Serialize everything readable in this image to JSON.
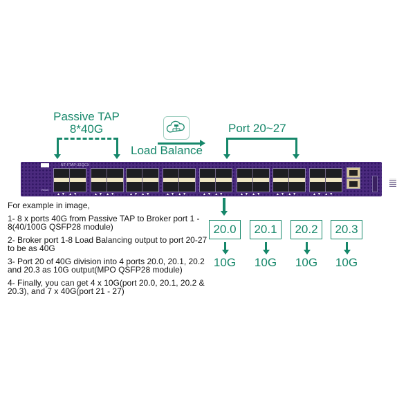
{
  "diagram": {
    "passive_tap": {
      "line1": "Passive TAP",
      "line2": "8*40G"
    },
    "load_balance": {
      "label": "Load Balance",
      "icon": "cloud-network-icon"
    },
    "port_range": {
      "label": "Port 20~27"
    },
    "switch": {
      "brand": "NT",
      "model": "NT-FTAP-32QCX",
      "reset_label": "Reset",
      "port_groups": 8,
      "rj45_ports": 2
    },
    "breakout": {
      "ports": [
        {
          "label": "20.0",
          "speed": "10G"
        },
        {
          "label": "20.1",
          "speed": "10G"
        },
        {
          "label": "20.2",
          "speed": "10G"
        },
        {
          "label": "20.3",
          "speed": "10G"
        }
      ]
    },
    "notes": {
      "intro": "For example in image,",
      "items": [
        "1- 8 x ports 40G from Passive TAP to Broker port 1 - 8(40/100G QSFP28 module)",
        "2- Broker port 1-8 Load Balancing output to port 20-27 to be as 40G",
        "3- Port 20 of 40G division into 4 ports 20.0, 20.1, 20.2 and 20.3 as 10G output(MPO QSFP28 module)",
        "4- Finally, you can get 4 x 10G(port 20.0, 20.1, 20.2 & 20.3), and 7 x 40G(port 21 - 27)"
      ]
    },
    "colors": {
      "accent": "#16876a",
      "chassis": "#4b2a7e"
    }
  }
}
